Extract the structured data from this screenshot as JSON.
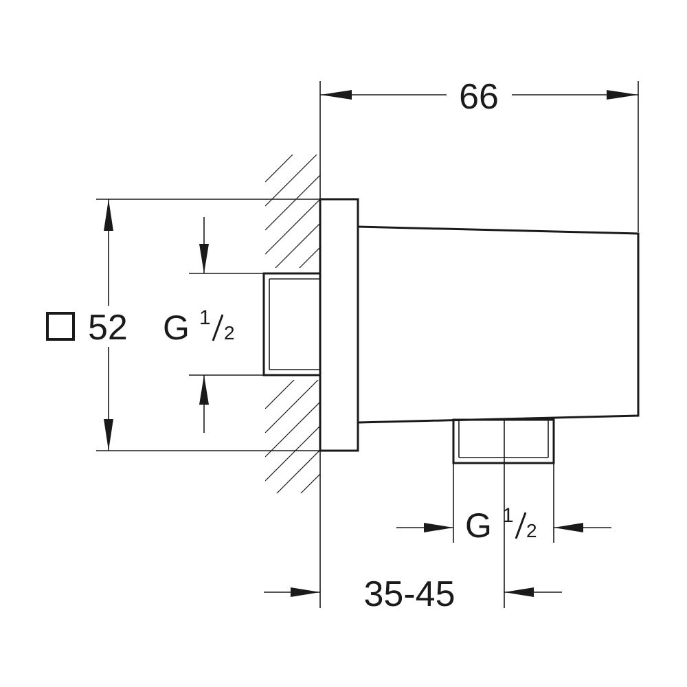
{
  "dimensions": {
    "overall_depth": "66",
    "square_size_prefix_symbol": "square-symbol",
    "square_size": "52",
    "inlet_thread": {
      "main": "G",
      "numerator": "1",
      "denominator": "2"
    },
    "outlet_thread": {
      "main": "G",
      "numerator": "1",
      "denominator": "2"
    },
    "outlet_position": "35-45"
  },
  "colors": {
    "line": "#1a1a1a",
    "background": "#ffffff"
  }
}
